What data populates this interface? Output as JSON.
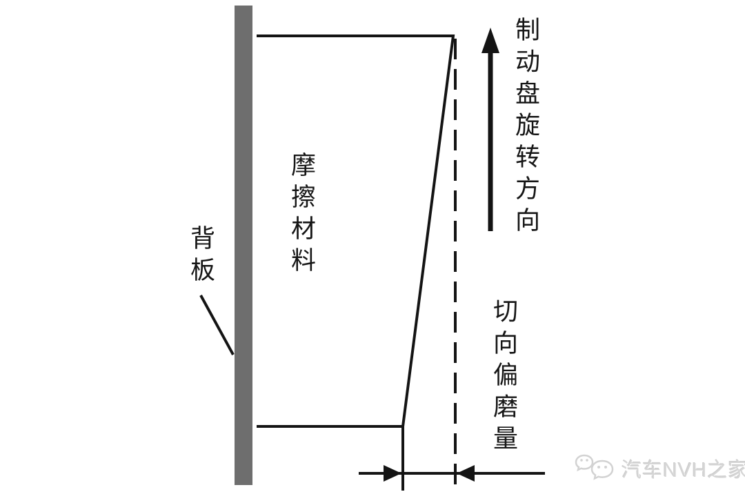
{
  "diagram": {
    "title_semantic": "brake-pad-tangential-uneven-wear-schematic",
    "labels": {
      "backing_plate": "背板",
      "friction_material": "摩擦材料",
      "rotation_direction": "制动盘旋转方向",
      "tangential_wear": "切向偏磨量"
    },
    "elements": {
      "backing_plate_bar": "vertical gray bar at left of friction material",
      "friction_outline": "trapezoid: top edge full width, right face slanted inward toward bottom (worn)",
      "original_surface_dashed_line": "vertical dashed line at original unworn face position",
      "rotation_arrow": "vertical arrow pointing up",
      "wear_dimension_arrows": "horizontal dimension line with opposing arrowheads measuring gap between worn face and dashed line",
      "leader_line": "line from 背板 label to gray bar"
    },
    "colors": {
      "background": "#ffffff",
      "line": "#141414",
      "backing_plate_fill": "#6e6e6e",
      "watermark": "#d5d5d5"
    }
  },
  "watermark": {
    "text": "汽车NVH之家",
    "logo": "chat-bubbles-faces-logo"
  }
}
